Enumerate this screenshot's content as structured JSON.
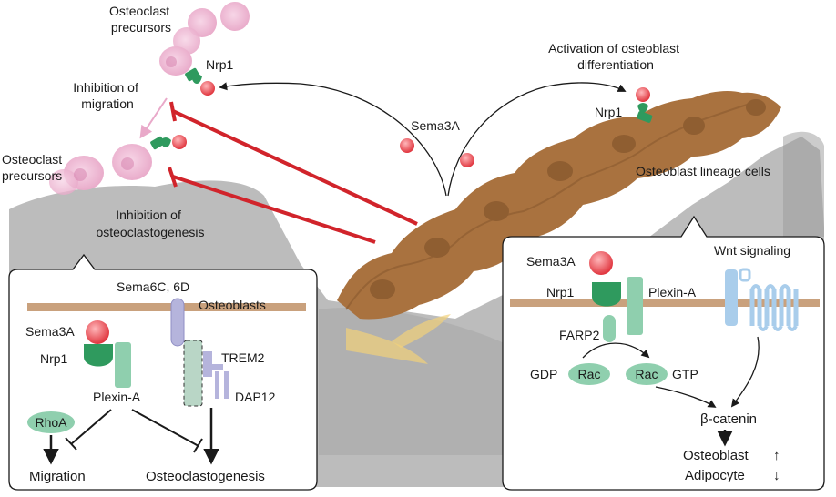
{
  "top": {
    "precursors_top": "Osteoclast\nprecursors",
    "nrp1_left": "Nrp1",
    "inhibition_migration": "Inhibition of\nmigration",
    "precursors_mid": "Osteoclast\nprecursors",
    "inhibition_osteoclastogenesis": "Inhibition of\nosteoclastogenesis",
    "sema3a_center": "Sema3A",
    "activation": "Activation of osteoblast\ndifferentiation",
    "nrp1_right": "Nrp1",
    "lineage": "Osteoblast lineage cells"
  },
  "left_panel": {
    "sema6": "Sema6C, 6D",
    "osteoblasts": "Osteoblasts",
    "sema3a": "Sema3A",
    "nrp1": "Nrp1",
    "plexin": "Plexin-A",
    "trem2": "TREM2",
    "dap12": "DAP12",
    "rhoa": "RhoA",
    "migration": "Migration",
    "osteoclastogenesis": "Osteoclastogenesis"
  },
  "right_panel": {
    "sema3a": "Sema3A",
    "wnt": "Wnt signaling",
    "nrp1": "Nrp1",
    "plexin": "Plexin-A",
    "farp2": "FARP2",
    "gdp": "GDP",
    "rac1": "Rac",
    "rac2": "Rac",
    "gtp": "GTP",
    "catenin": "β-catenin",
    "osteoblast": "Osteoblast",
    "adipocyte": "Adipocyte",
    "up_arrow": "↑",
    "down_arrow": "↓"
  },
  "colors": {
    "precursor_pink": "#e9a9c9",
    "sema3a_red": "#e8474f",
    "receptor_green": "#2f9a5e",
    "inhibition_red": "#d1242b",
    "bone_gray": "#b9b9b9",
    "osteoblast_brown": "#a9723f",
    "membrane_tan": "#c9a17d",
    "rac_green": "#8fcfae",
    "wnt_blue": "#a9cdeb"
  }
}
